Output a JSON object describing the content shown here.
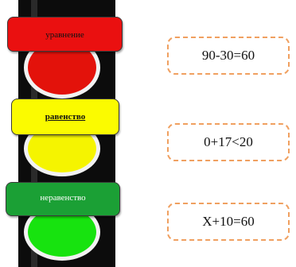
{
  "traffic_light": {
    "labels": {
      "top": "уравнение",
      "middle": "равенство",
      "bottom": "неравенство"
    },
    "colors": {
      "red": "#e3120b",
      "yellow": "#f5f400",
      "green": "#17e30f"
    }
  },
  "cards": [
    {
      "text": "90-30=60"
    },
    {
      "text": "0+17<20"
    },
    {
      "text": "X+10=60"
    }
  ],
  "card_border_color": "#f0a060"
}
